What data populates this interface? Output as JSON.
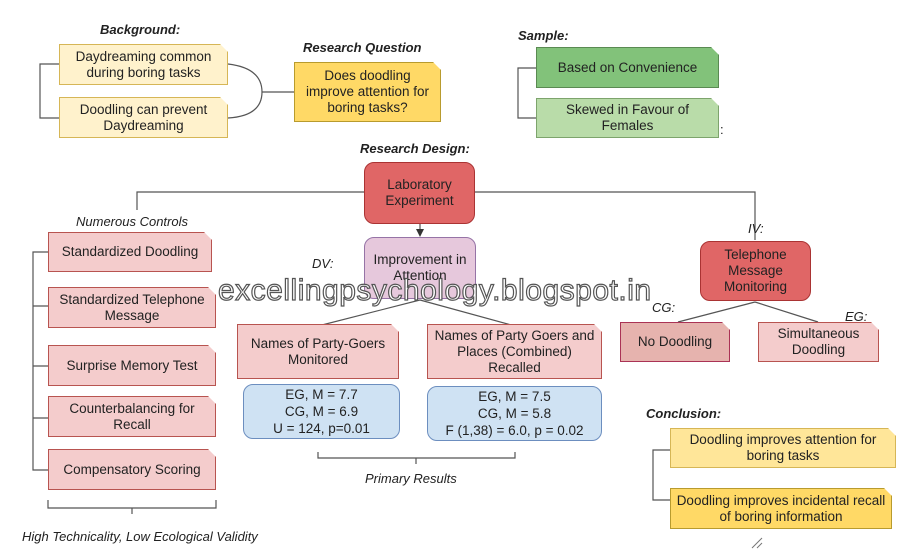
{
  "labels": {
    "background": "Background:",
    "research_question": "Research Question",
    "sample": "Sample:",
    "research_design": "Research Design:",
    "numerous_controls": "Numerous Controls",
    "dv": "DV:",
    "iv": "IV:",
    "cg": "CG:",
    "eg": "EG:",
    "conclusion": "Conclusion:",
    "primary_results": "Primary Results",
    "high_technicality": "High Technicality, Low Ecological Validity",
    "colon_mark": ":"
  },
  "background": {
    "item1": "Daydreaming common during boring tasks",
    "item2": "Doodling can prevent Daydreaming"
  },
  "question": "Does doodling improve attention for boring tasks?",
  "sample": {
    "item1": "Based on Convenience",
    "item2": "Skewed in Favour of Females"
  },
  "design": {
    "main": "Laboratory Experiment",
    "dv": "Improvement in Attention",
    "iv": "Telephone Message Monitoring",
    "cg_box": "No Doodling",
    "eg_box": "Simultaneous Doodling"
  },
  "controls": [
    "Standardized Doodling",
    "Standardized Telephone Message",
    "Surprise Memory Test",
    "Counterbalancing for Recall",
    "Compensatory Scoring"
  ],
  "measures": {
    "m1": "Names of Party-Goers Monitored",
    "m2": "Names of Party Goers and Places (Combined) Recalled"
  },
  "results": {
    "r1": [
      "EG, M = 7.7",
      "CG, M = 6.9",
      "U = 124, p=0.01"
    ],
    "r2": [
      "EG, M = 7.5",
      "CG, M = 5.8",
      "F (1,38) = 6.0, p = 0.02"
    ]
  },
  "conclusion": {
    "item1": "Doodling improves attention for boring tasks",
    "item2": "Doodling improves incidental recall of boring information"
  },
  "watermark": "excellingpsychology.blogspot.in"
}
